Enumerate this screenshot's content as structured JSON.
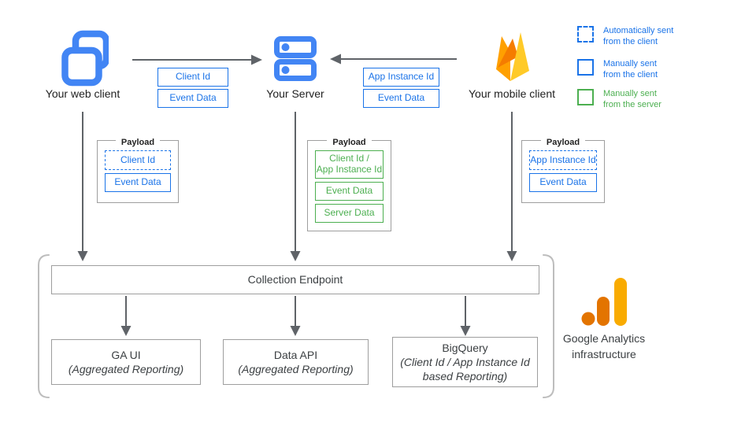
{
  "nodes": {
    "web_client": {
      "label": "Your web client",
      "icon": "overlapping-windows-icon"
    },
    "server": {
      "label": "Your Server",
      "icon": "server-stack-icon"
    },
    "mobile_client": {
      "label": "Your mobile client",
      "icon": "firebase-flame-icon"
    }
  },
  "edges": {
    "web_to_server": {
      "direction": "right",
      "labels": [
        "Client Id",
        "Event Data"
      ]
    },
    "mobile_to_server": {
      "direction": "left",
      "labels": [
        "App Instance Id",
        "Event Data"
      ]
    }
  },
  "legend": {
    "items": [
      {
        "label": "Automatically sent\nfrom the client",
        "swatch": "dashed-blue"
      },
      {
        "label": "Manually sent\nfrom the client",
        "swatch": "solid-blue"
      },
      {
        "label": "Manually sent\nfrom the server",
        "swatch": "solid-green"
      }
    ]
  },
  "payloads": [
    {
      "title": "Payload",
      "items": [
        {
          "label": "Client Id",
          "style": "dashed-blue"
        },
        {
          "label": "Event Data",
          "style": "solid-blue"
        }
      ]
    },
    {
      "title": "Payload",
      "items": [
        {
          "label": "Client Id /\nApp Instance Id",
          "style": "solid-green"
        },
        {
          "label": "Event Data",
          "style": "solid-green"
        },
        {
          "label": "Server Data",
          "style": "solid-green"
        }
      ]
    },
    {
      "title": "Payload",
      "items": [
        {
          "label": "App Instance Id",
          "style": "dashed-blue"
        },
        {
          "label": "Event Data",
          "style": "solid-blue"
        }
      ]
    }
  ],
  "infrastructure": {
    "endpoint_label": "Collection Endpoint",
    "outputs": [
      {
        "title": "GA UI",
        "subtitle": "(Aggregated Reporting)"
      },
      {
        "title": "Data API",
        "subtitle": "(Aggregated Reporting)"
      },
      {
        "title": "BigQuery",
        "subtitle": "(Client Id / App Instance Id\nbased Reporting)"
      }
    ],
    "caption": "Google Analytics\ninfrastructure"
  },
  "colors": {
    "blue": "#1a73e8",
    "icon_blue": "#4285F4",
    "green": "#4CAF50",
    "arrow_gray": "#5f6368",
    "box_border_gray": "#9e9e9e",
    "bracket_gray": "#bdbdbd",
    "firebase_amber": "#FFA000",
    "firebase_orange": "#F57C00",
    "firebase_yellow": "#FFCA28",
    "ga_logo_orange": "#E37400",
    "ga_logo_amber": "#F9AB00"
  }
}
